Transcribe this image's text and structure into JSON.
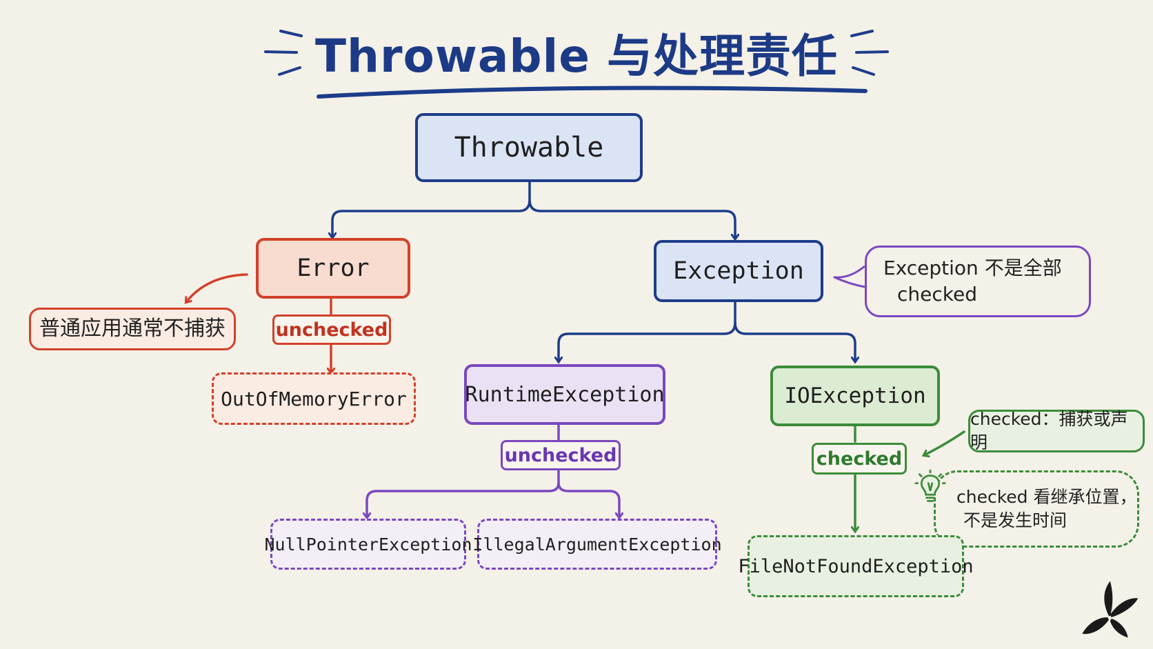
{
  "title": "Throwable 与处理责任",
  "colors": {
    "blue": "#1d3d8a",
    "red": "#d2412a",
    "purple": "#7a48c0",
    "green": "#3c8c3a",
    "background": "#f4f1e8"
  },
  "nodes": {
    "throwable": "Throwable",
    "error": "Error",
    "exception": "Exception",
    "out_of_memory": "OutOfMemoryError",
    "runtime": "RuntimeException",
    "io": "IOException",
    "null_pointer": "NullPointerException",
    "illegal_argument": "IllegalArgumentException",
    "file_not_found": "FileNotFoundException"
  },
  "tags": {
    "error_tag": "unchecked",
    "runtime_tag": "unchecked",
    "io_tag": "checked"
  },
  "notes": {
    "error_note": "普通应用通常不捕获",
    "exception_note_line1": "Exception 不是全部",
    "exception_note_line2": "checked",
    "checked_note": "checked：捕获或声明",
    "tip_line1": "checked 看继承位置，",
    "tip_line2": "不是发生时间"
  },
  "icons": {
    "tip": "lightbulb-icon",
    "logo": "butterfly-icon"
  }
}
